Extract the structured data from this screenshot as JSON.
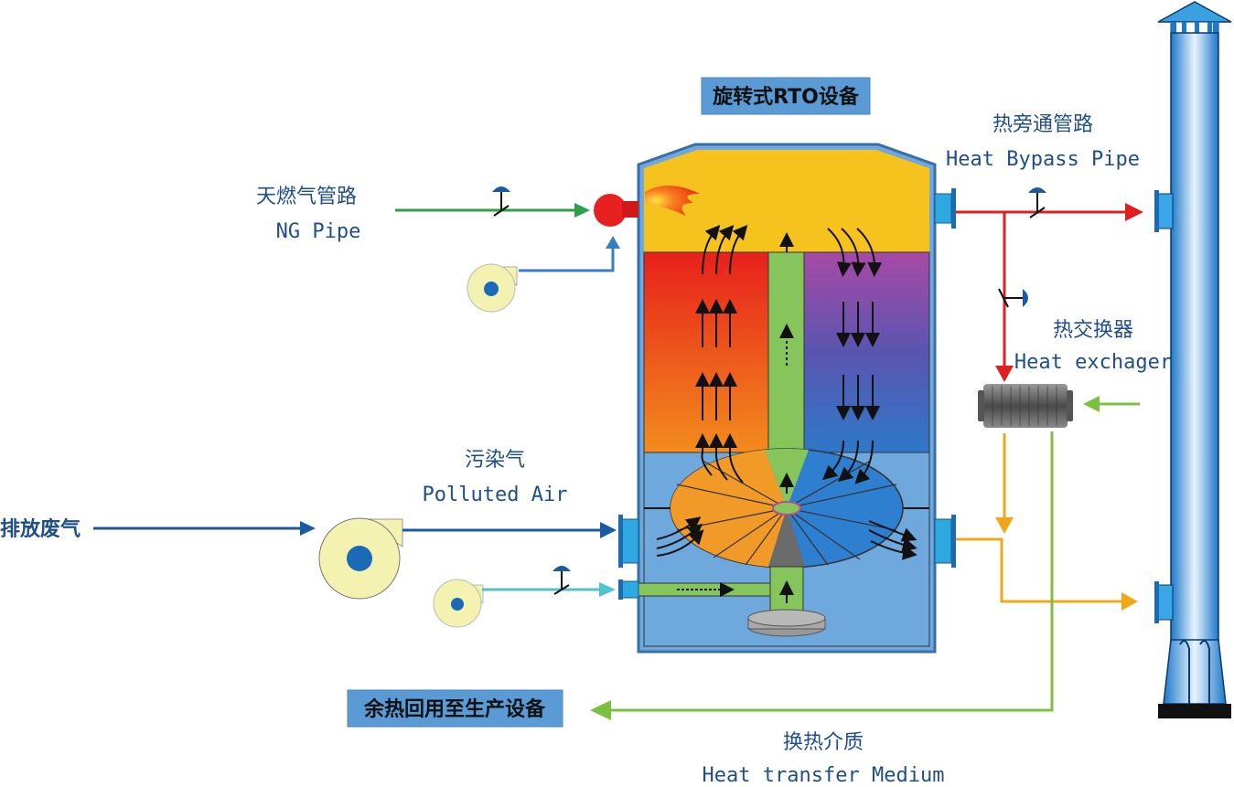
{
  "title_box": {
    "label": "旋转式RTO设备"
  },
  "labels": {
    "ng_pipe": {
      "cn": "天燃气管路",
      "en": "NG Pipe"
    },
    "heat_bypass": {
      "cn": "热旁通管路",
      "en": "Heat Bypass Pipe"
    },
    "heat_exchanger": {
      "cn": "热交换器",
      "en": "Heat exchager"
    },
    "polluted_air": {
      "cn": "污染气",
      "en": "Polluted Air"
    },
    "exhaust_gas": {
      "cn": "排放废气"
    },
    "heat_transfer_medium": {
      "cn": "换热介质",
      "en": "Heat transfer Medium"
    }
  },
  "output_box": {
    "label": "余热回用至生产设备"
  },
  "colors": {
    "label_text": "#1f4e8c",
    "box_fill": "#5b9bd5",
    "ng_line": "#2ca048",
    "air_line": "#3a7cc2",
    "exhaust_line": "#1a5aa0",
    "purge_line": "#4fc3d0",
    "hot_line": "#e02020",
    "warm_line": "#f0a818",
    "medium_line": "#7cc040",
    "chamber_top": "#f5c21e",
    "hot_zone_top": "#e8201c",
    "hot_zone_bottom": "#f08a1c",
    "cold_zone_top": "#a04aa8",
    "cold_zone_bottom": "#2e78c8",
    "purge_zone": "#86c45c",
    "base_zone": "#6fa8dc",
    "stack": "#2a90d8"
  }
}
